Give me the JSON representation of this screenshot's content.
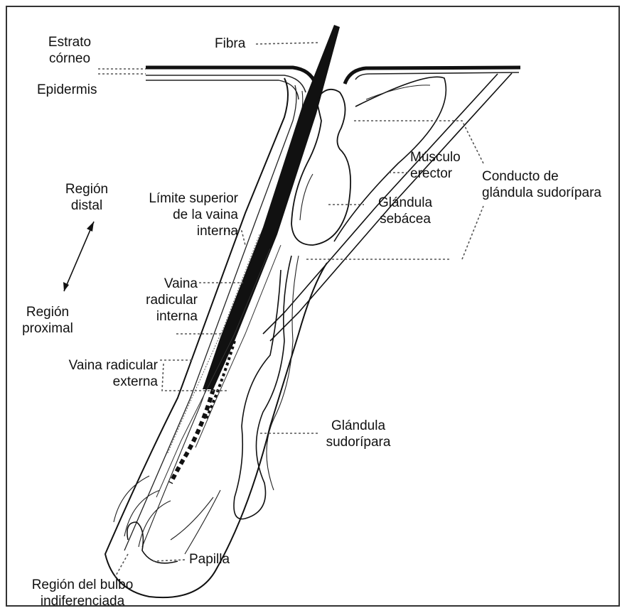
{
  "labels": {
    "estrato": [
      "Estrato",
      "córneo"
    ],
    "epidermis": "Epidermis",
    "fibra": "Fibra",
    "region_distal": [
      "Región",
      "distal"
    ],
    "region_proximal": [
      "Región",
      "proximal"
    ],
    "limite": [
      "Límite superior",
      "de la vaina",
      "interna"
    ],
    "vaina_interna": [
      "Vaina",
      "radicular",
      "interna"
    ],
    "vaina_externa": [
      "Vaina radicular",
      "externa"
    ],
    "musculo": [
      "Músculo",
      "erector"
    ],
    "conducto": [
      "Conducto de",
      "glándula sudorípara"
    ],
    "sebacea": [
      "Glándula",
      "sebácea"
    ],
    "sudoripara": [
      "Glándula",
      "sudorípara"
    ],
    "papilla": "Papilla",
    "bulbo": [
      "Región del bulbo",
      "indiferenciada"
    ]
  },
  "colors": {
    "ink": "#111111",
    "leader": "#555555",
    "frame": "#333333"
  }
}
